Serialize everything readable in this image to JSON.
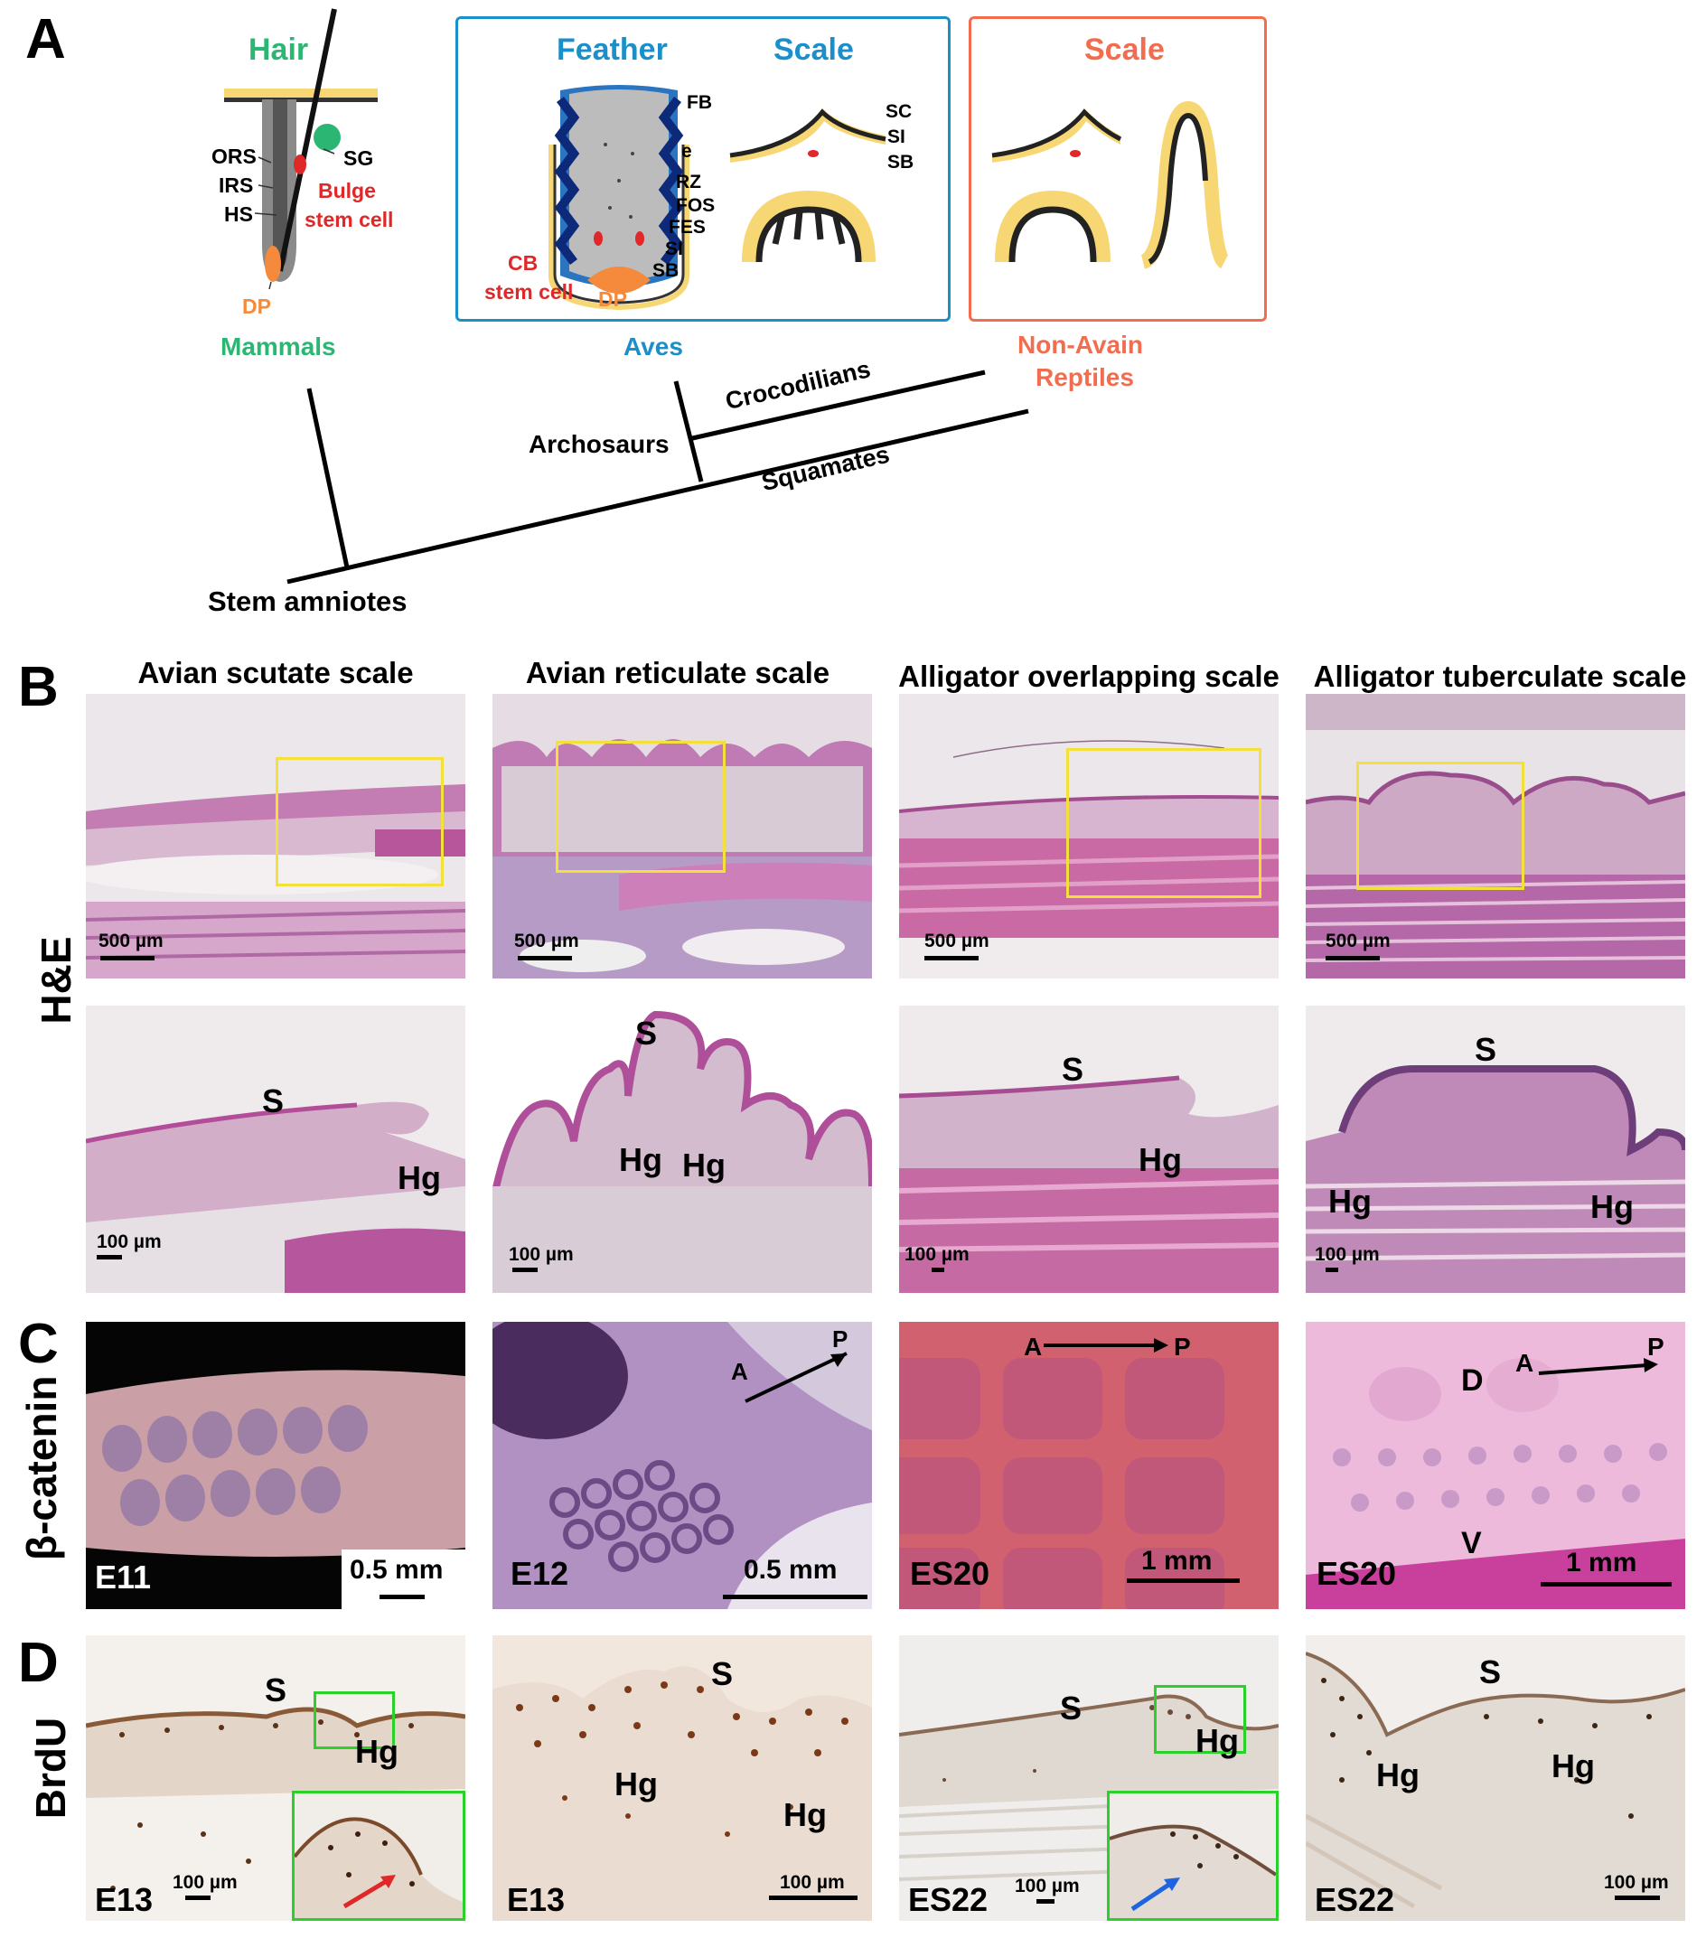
{
  "panelA": {
    "letter": "A",
    "hair": {
      "title": "Hair",
      "ors": "ORS",
      "irs": "IRS",
      "hs": "HS",
      "sg": "SG",
      "bulge": "Bulge",
      "stem_cell": "stem cell",
      "dp": "DP",
      "group": "Mammals"
    },
    "aves": {
      "feather_title": "Feather",
      "scale_title": "Scale",
      "fb": "FB",
      "e": "e",
      "rz": "RZ",
      "fos": "FOS",
      "fes": "FES",
      "si": "SI",
      "sb": "SB",
      "cb": "CB",
      "cb_stem": "stem cell",
      "dp": "DP",
      "scale_sc": "SC",
      "scale_si": "SI",
      "scale_sb": "SB",
      "group": "Aves"
    },
    "reptiles": {
      "scale_title": "Scale",
      "group_line1": "Non-Avain",
      "group_line2": "Reptiles"
    },
    "tree": {
      "crocodilians": "Crocodilians",
      "archosaurs": "Archosaurs",
      "squamates": "Squamates",
      "stem": "Stem amniotes"
    }
  },
  "panelB": {
    "letter": "B",
    "row_label": "H&E",
    "columns": [
      "Avian scutate scale",
      "Avian reticulate scale",
      "Alligator overlapping scale",
      "Alligator tuberculate scale"
    ],
    "scale_top": "500 µm",
    "scale_bottom": "100 µm",
    "s": "S",
    "hg": "Hg"
  },
  "panelC": {
    "letter": "C",
    "row_label": "β-catenin",
    "stages": [
      "E11",
      "E12",
      "ES20",
      "ES20"
    ],
    "scales": [
      "0.5 mm",
      "0.5 mm",
      "1 mm",
      "1 mm"
    ],
    "a": "A",
    "p": "P",
    "d": "D",
    "v": "V"
  },
  "panelD": {
    "letter": "D",
    "row_label": "BrdU",
    "stages": [
      "E13",
      "E13",
      "ES22",
      "ES22"
    ],
    "scale": "100 µm",
    "s": "S",
    "hg": "Hg"
  },
  "colors": {
    "mammal": "#2bb673",
    "aves": "#1a8fc9",
    "reptile": "#f26d4f",
    "stem_red": "#e02828",
    "dp_orange": "#f58a3c",
    "keratin_yellow": "#f7d774",
    "he_pink": "#b8569c",
    "box_yellow": "#f4e03a",
    "box_green": "#2bd12b"
  }
}
